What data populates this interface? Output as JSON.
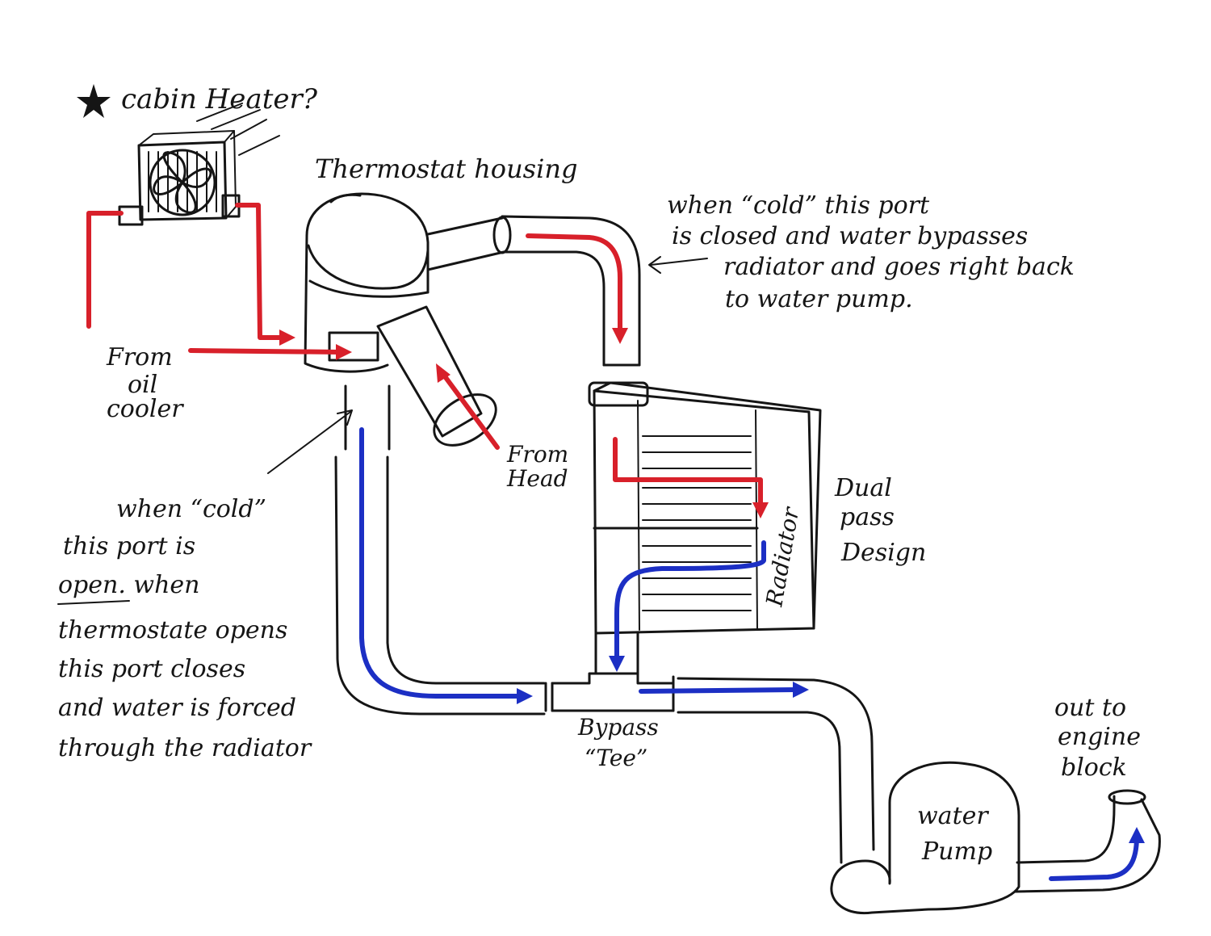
{
  "labels": {
    "cabin_heater": "cabin Heater?",
    "thermostat_housing": "Thermostat housing",
    "from_oil_cooler": [
      "From",
      "oil",
      "cooler"
    ],
    "from_head": [
      "From",
      "Head"
    ],
    "cold_closed_note": [
      "when “cold” this port",
      "is closed and water bypasses",
      "radiator and goes right back",
      "to water pump."
    ],
    "cold_open_note": [
      "when “cold”",
      "this port is",
      "open. when",
      "thermostate opens",
      "this port closes",
      "and water is forced",
      "through the radiator"
    ],
    "dual_pass": [
      "Dual",
      "pass",
      "Design"
    ],
    "radiator": "Radiator",
    "bypass_tee": [
      "Bypass",
      "“Tee”"
    ],
    "water_pump": [
      "water",
      "Pump"
    ],
    "out_to_engine": [
      "out to",
      "engine",
      "block"
    ]
  },
  "colors": {
    "hot": "#d8202a",
    "cool": "#1c2fc4",
    "ink": "#151515"
  }
}
